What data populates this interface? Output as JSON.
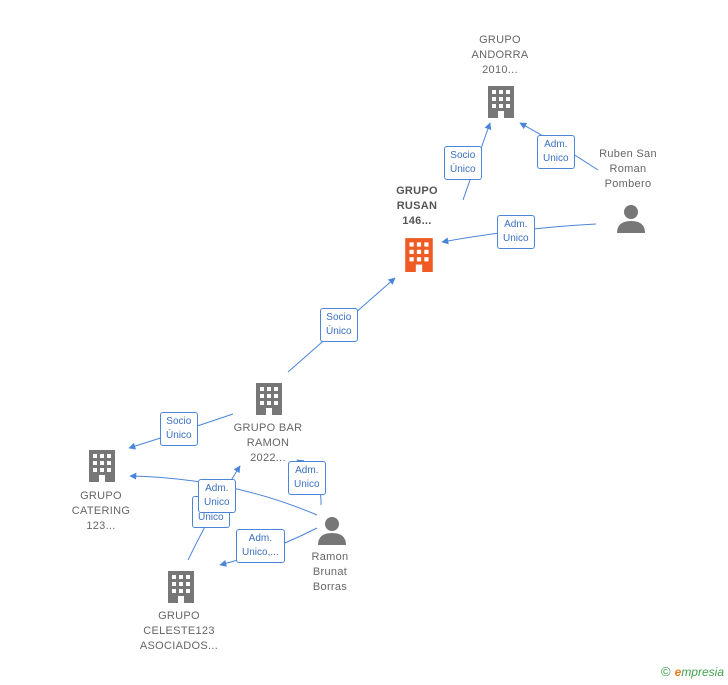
{
  "nodes": {
    "grupo_andorra": {
      "lines": [
        "GRUPO",
        "ANDORRA",
        "2010..."
      ],
      "icon": "building-icon",
      "color": "#777777"
    },
    "grupo_rusan": {
      "lines": [
        "GRUPO",
        "RUSAN",
        "146..."
      ],
      "icon": "building-icon",
      "color": "#f05a24"
    },
    "ruben": {
      "lines": [
        "Ruben San",
        "Roman",
        "Pombero"
      ],
      "icon": "person-icon",
      "color": "#777777"
    },
    "grupo_bar_ramon": {
      "lines": [
        "GRUPO BAR",
        "RAMON",
        "2022..."
      ],
      "icon": "building-icon",
      "color": "#777777"
    },
    "grupo_catering": {
      "lines": [
        "GRUPO",
        "CATERING",
        "123..."
      ],
      "icon": "building-icon",
      "color": "#777777"
    },
    "grupo_celeste": {
      "lines": [
        "GRUPO",
        "CELESTE123",
        "ASOCIADOS..."
      ],
      "icon": "building-icon",
      "color": "#777777"
    },
    "ramon": {
      "lines": [
        "Ramon",
        "Brunat",
        "Borras"
      ],
      "icon": "person-icon",
      "color": "#777777"
    }
  },
  "badges": {
    "socio_andorra": [
      "Socio",
      "Único"
    ],
    "adm_ruben_andorra": [
      "Adm.",
      "Unico"
    ],
    "adm_ruben_rusan": [
      "Adm.",
      "Unico"
    ],
    "socio_rusan": [
      "Socio",
      "Único"
    ],
    "socio_catering": [
      "Socio",
      "Único"
    ],
    "adm_ramon_bar": [
      "Adm.",
      "Unico"
    ],
    "adm_ramon_catering": [
      "Adm.",
      "Unico"
    ],
    "socio_celeste": [
      "Único"
    ],
    "adm_ramon_celeste": [
      "Adm.",
      "Unico,..."
    ]
  },
  "footer": {
    "copyright": "©",
    "brand_e": "e",
    "brand_rest": "mpresia"
  },
  "colors": {
    "edge": "#4a86d8",
    "accent": "#f05a24",
    "node_gray": "#777777"
  }
}
